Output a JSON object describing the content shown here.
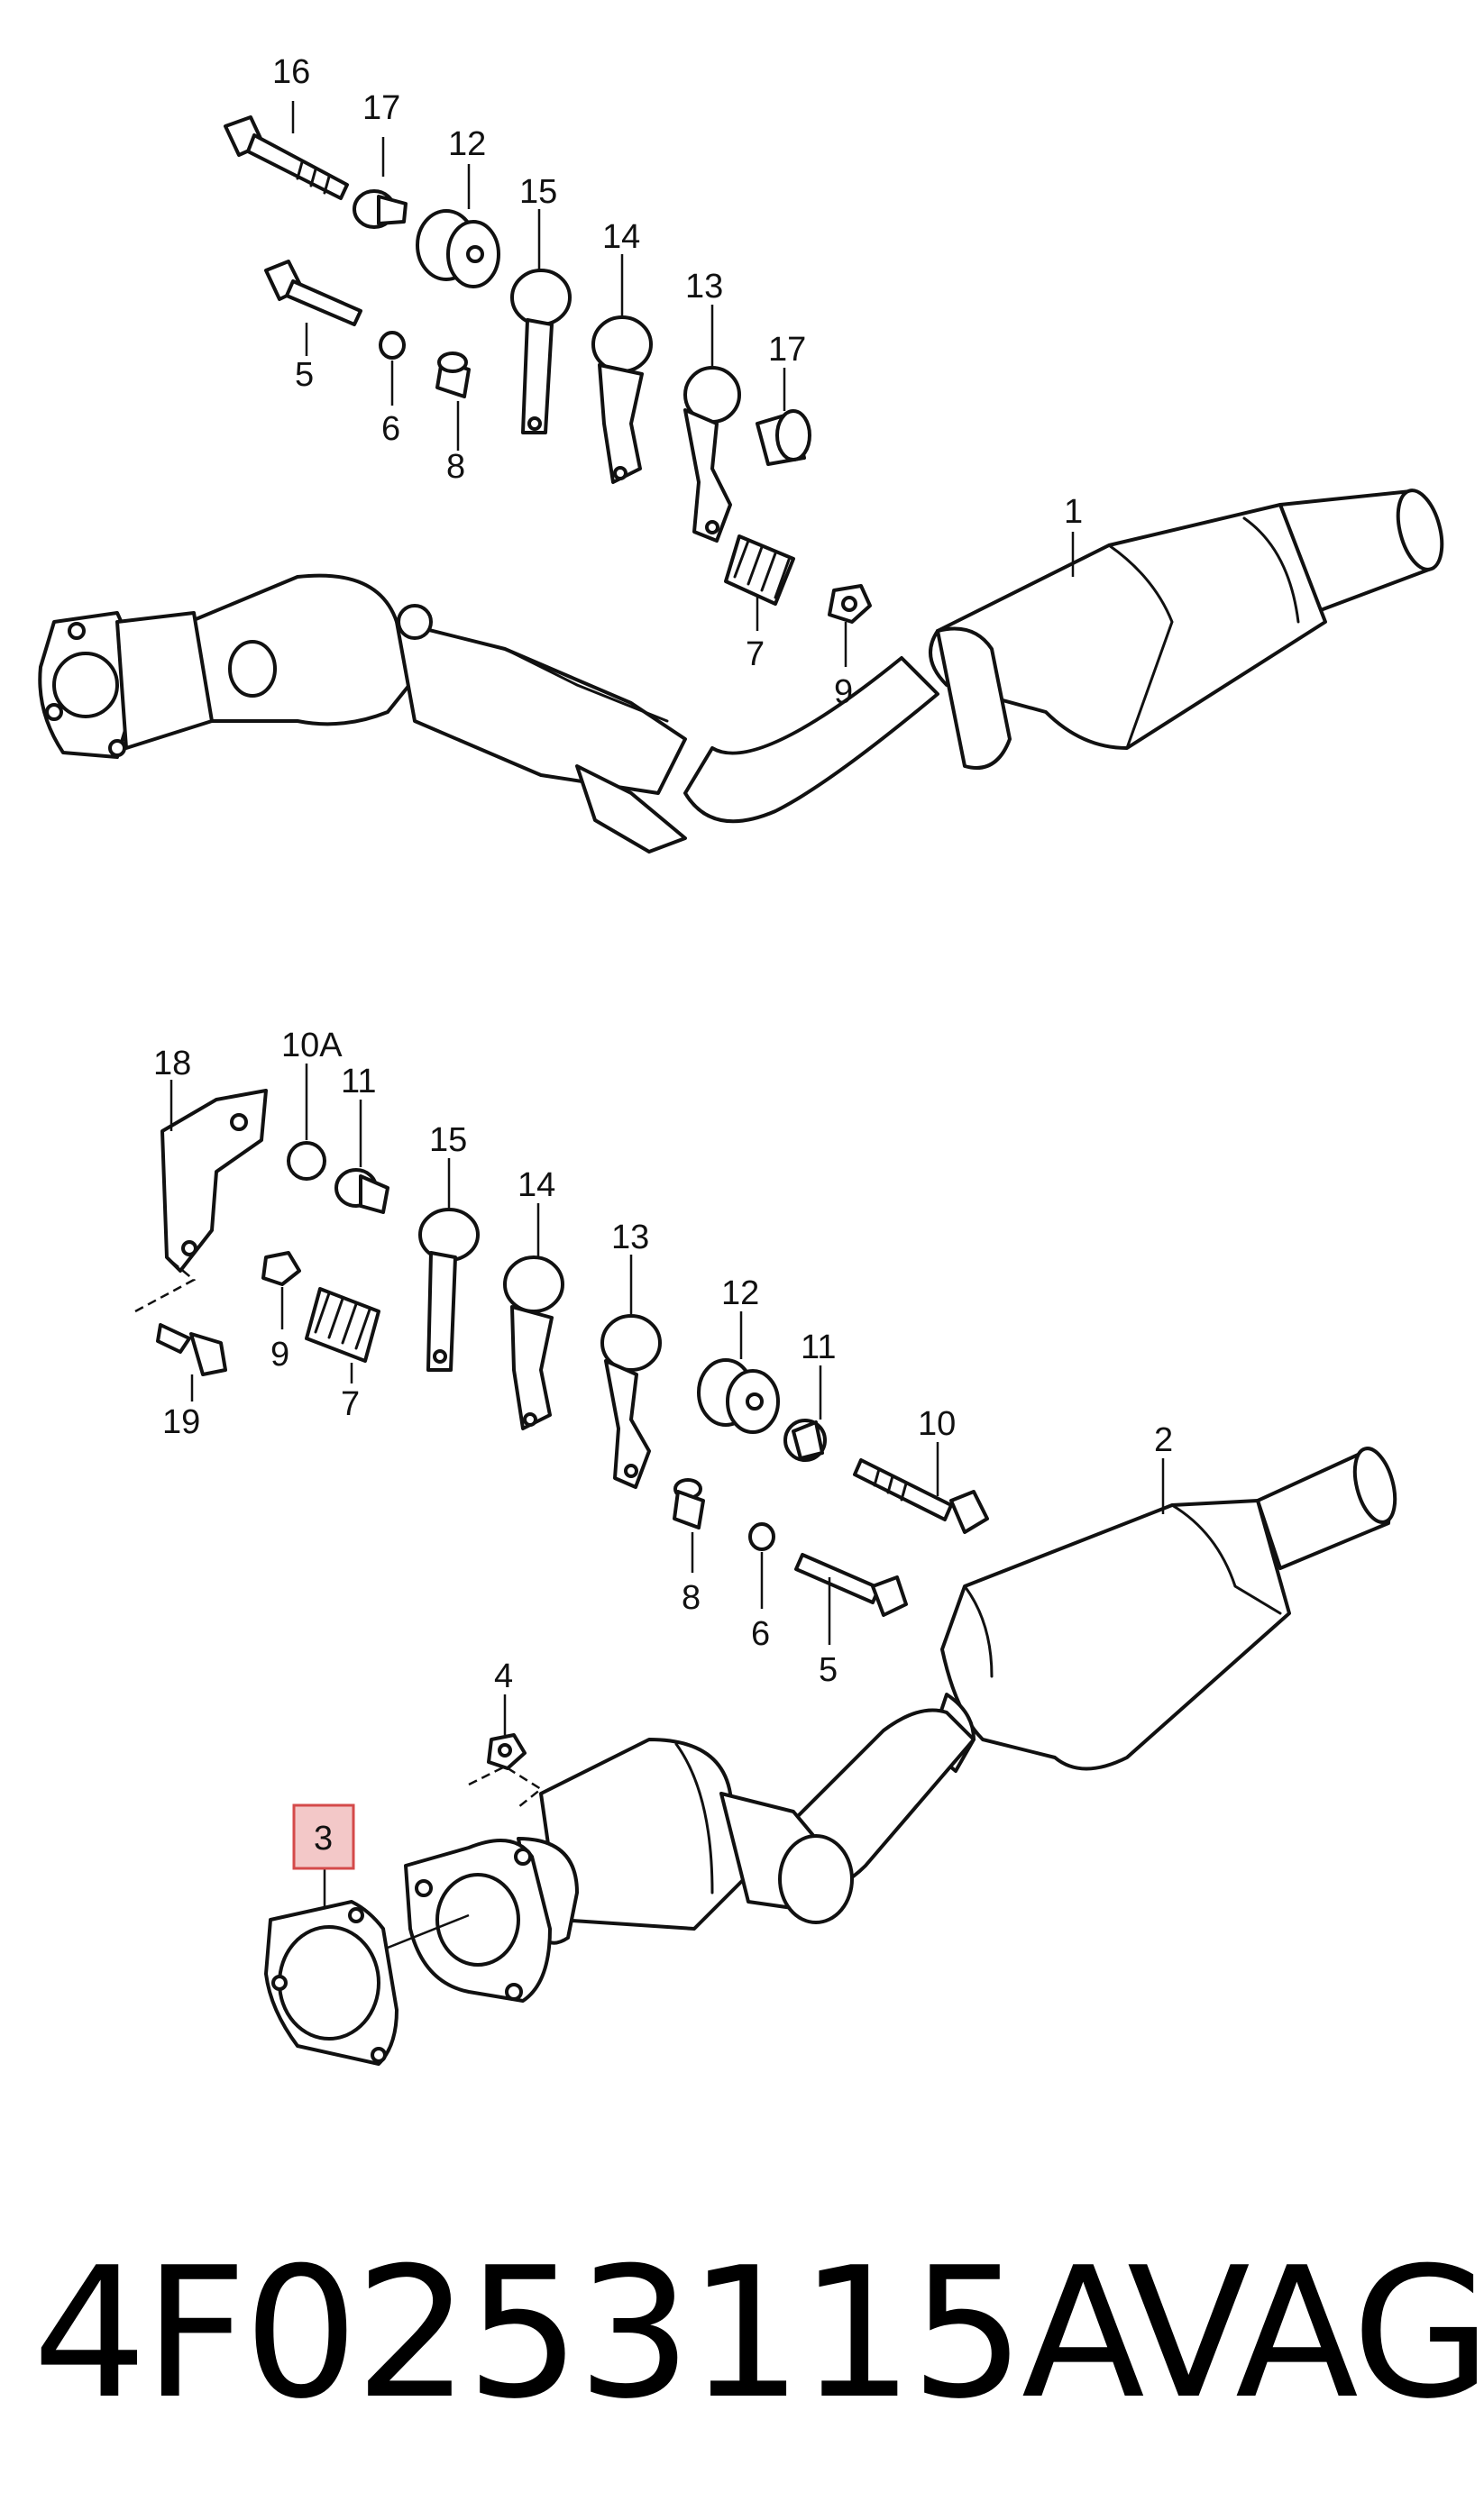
{
  "callouts_top": [
    "16",
    "17",
    "12",
    "15",
    "14",
    "13",
    "17",
    "5",
    "6",
    "8",
    "1",
    "7",
    "9"
  ],
  "callouts_bottom": [
    "18",
    "10A",
    "11",
    "15",
    "14",
    "13",
    "12",
    "11",
    "10",
    "19",
    "9",
    "7",
    "2",
    "8",
    "6",
    "5",
    "4",
    "3"
  ],
  "highlighted_callout": "3",
  "highlight_color": "#f3c8c8",
  "highlight_border": "#d44a4a",
  "part_number": "4F0253115A",
  "brand": "VAG"
}
